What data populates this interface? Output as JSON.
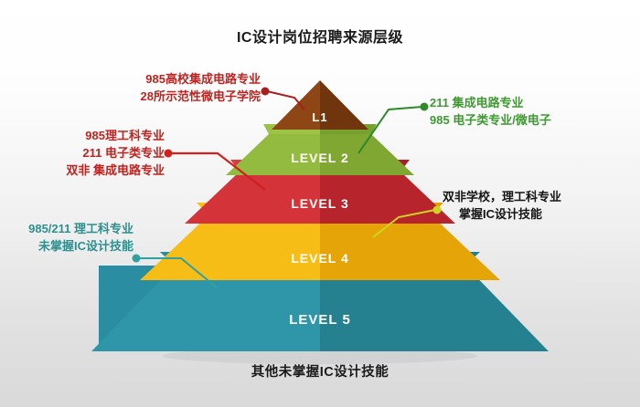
{
  "header": {
    "title": "IC设计岗位招聘来源层级"
  },
  "footer": {
    "caption": "其他未掌握IC设计技能"
  },
  "pyramid": {
    "levels": [
      {
        "label": "L1",
        "color": "#8a4413",
        "color_light": "#a4541c",
        "color_dark": "#6e340d"
      },
      {
        "label": "LEVEL 2",
        "color": "#8db53a",
        "color_light": "#9cc246",
        "color_dark": "#74982c"
      },
      {
        "label": "LEVEL 3",
        "color": "#cf2b33",
        "color_light": "#d8373f",
        "color_dark": "#ac1f28"
      },
      {
        "label": "LEVEL 4",
        "color": "#f4b513",
        "color_light": "#fbc61e",
        "color_dark": "#e09c06"
      },
      {
        "label": "LEVEL 5",
        "color": "#2a8ba0",
        "color_light": "#3597ab",
        "color_dark": "#1f7488"
      }
    ]
  },
  "annotations": [
    {
      "id": "l1-note",
      "side": "left",
      "color": "#c0231f",
      "lines": [
        "985高校集成电路专业",
        "28所示范性微电子学院"
      ]
    },
    {
      "id": "level2-note",
      "side": "right",
      "color": "#3f9a32",
      "lines": [
        "211 集成电路专业",
        "985 电子类专业/微电子"
      ]
    },
    {
      "id": "level3-note",
      "side": "left",
      "color": "#c0231f",
      "lines": [
        "985理工科专业",
        "211 电子类专业",
        "双非 集成电路专业"
      ]
    },
    {
      "id": "level4-note",
      "side": "right",
      "color": "#141414",
      "lines": [
        "双非学校，理工科专业",
        "掌握IC设计技能"
      ]
    },
    {
      "id": "level5-note",
      "side": "left",
      "color": "#2d8f8f",
      "lines": [
        "985/211 理工科专业",
        "未掌握IC设计技能"
      ]
    }
  ],
  "connector_colors": {
    "l1": "#a81f1f",
    "level2": "#2f8a2a",
    "level3": "#d0201f",
    "level4": "#cfd321",
    "level5": "#33a0a0"
  }
}
